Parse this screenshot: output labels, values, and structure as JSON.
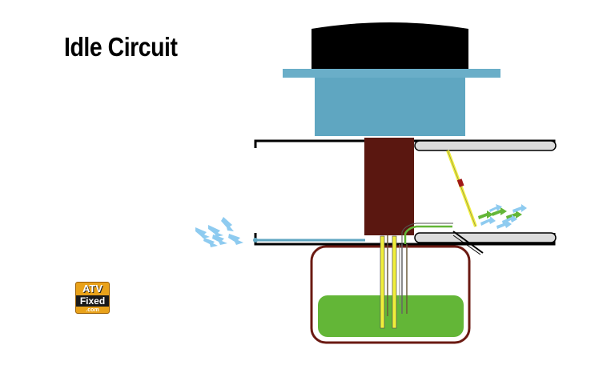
{
  "title": "Idle Circuit",
  "logo": {
    "line1": "ATV",
    "line2": "Fixed",
    "line3": ".com"
  },
  "colors": {
    "cap": "#000000",
    "flange": "#6aaec8",
    "body": "#5fa6c1",
    "wall": "#000000",
    "slide": "#5a1710",
    "float_bowl_border": "#6b1a12",
    "fuel": "#63b637",
    "jet": "#f0ee3a",
    "throttle_plate": "#dcdcdc",
    "air_arrows": "#8ecbf0",
    "mixture_arrows": "#63b637"
  }
}
